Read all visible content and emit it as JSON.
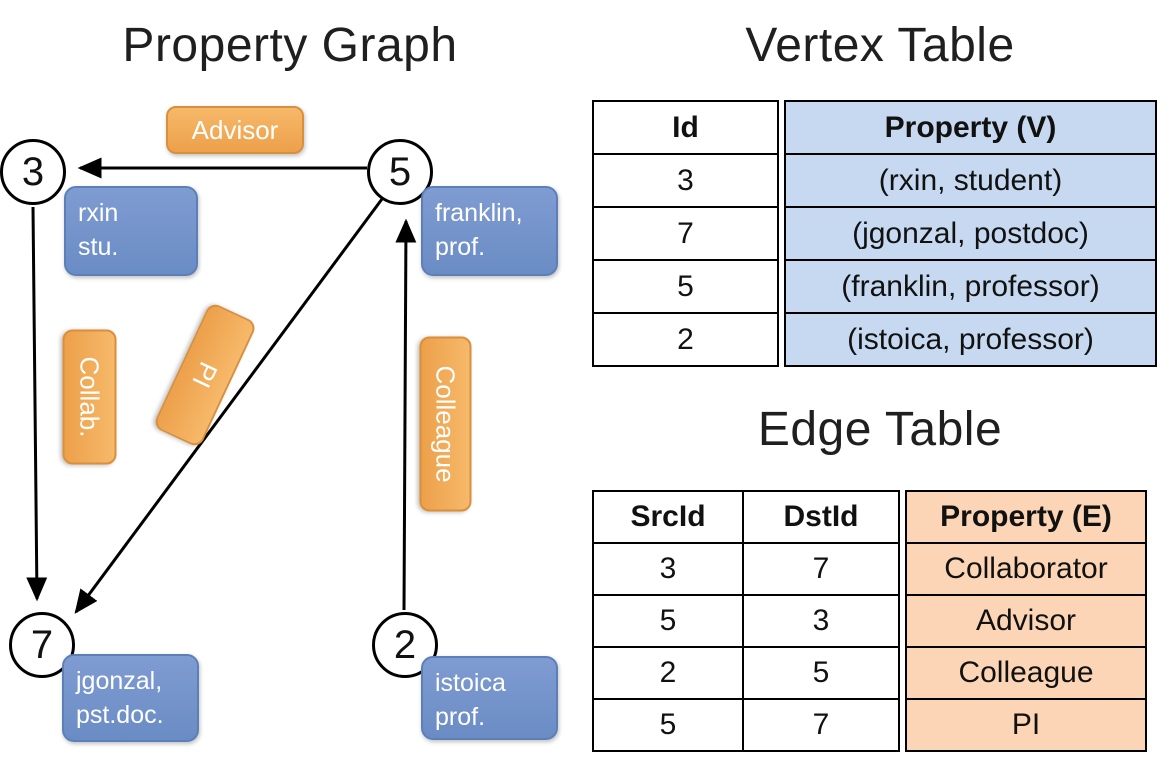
{
  "graph": {
    "title": "Property Graph",
    "nodes": [
      {
        "id": "3"
      },
      {
        "id": "5"
      },
      {
        "id": "7"
      },
      {
        "id": "2"
      }
    ],
    "vertex_boxes": [
      {
        "text": "rxin\nstu."
      },
      {
        "text": "franklin,\nprof."
      },
      {
        "text": "jgonzal,\npst.doc."
      },
      {
        "text": "istoica\nprof."
      }
    ],
    "edge_boxes": [
      {
        "label": "Advisor"
      },
      {
        "label": "Collab."
      },
      {
        "label": "PI"
      },
      {
        "label": "Colleague"
      }
    ]
  },
  "vertex_table": {
    "title": "Vertex Table",
    "columns": [
      "Id",
      "Property (V)"
    ],
    "rows": [
      [
        "3",
        "(rxin, student)"
      ],
      [
        "7",
        "(jgonzal, postdoc)"
      ],
      [
        "5",
        "(franklin, professor)"
      ],
      [
        "2",
        "(istoica, professor)"
      ]
    ]
  },
  "edge_table": {
    "title": "Edge Table",
    "columns": [
      "SrcId",
      "DstId",
      "Property (E)"
    ],
    "rows": [
      [
        "3",
        "7",
        "Collaborator"
      ],
      [
        "5",
        "3",
        "Advisor"
      ],
      [
        "2",
        "5",
        "Colleague"
      ],
      [
        "5",
        "7",
        "PI"
      ]
    ]
  },
  "colors": {
    "vertex_box": "#7190c7",
    "edge_box": "#f0a64f",
    "vertex_cell_bg": "#c6d9f0",
    "edge_cell_bg": "#fbd5b5",
    "arrow": "#000000"
  }
}
